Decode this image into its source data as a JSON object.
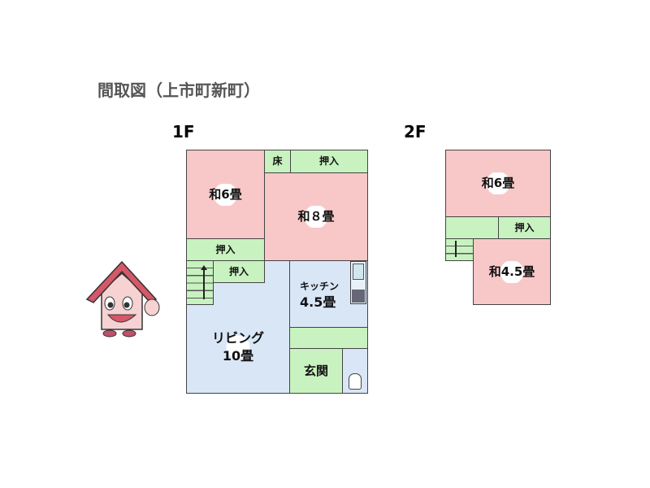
{
  "title": "間取図（上市町新町）",
  "floor1": {
    "label": "1F",
    "rooms": {
      "washitsu6": "和6畳",
      "toko": "床",
      "oshiire_top": "押入",
      "washitsu8": "和８畳",
      "oshiire_left": "押入",
      "oshiire_stair": "押入",
      "kitchen_name": "キッチン",
      "kitchen_size": "4.5畳",
      "living_name": "リビング",
      "living_size": "10畳",
      "genkan": "玄関"
    }
  },
  "floor2": {
    "label": "2F",
    "rooms": {
      "washitsu6": "和6畳",
      "oshiire": "押入",
      "washitsu45": "和4.5畳"
    }
  },
  "colors": {
    "japanese_room": "#f8c8c8",
    "storage": "#c8f2c0",
    "western_room": "#d8e6f6"
  }
}
